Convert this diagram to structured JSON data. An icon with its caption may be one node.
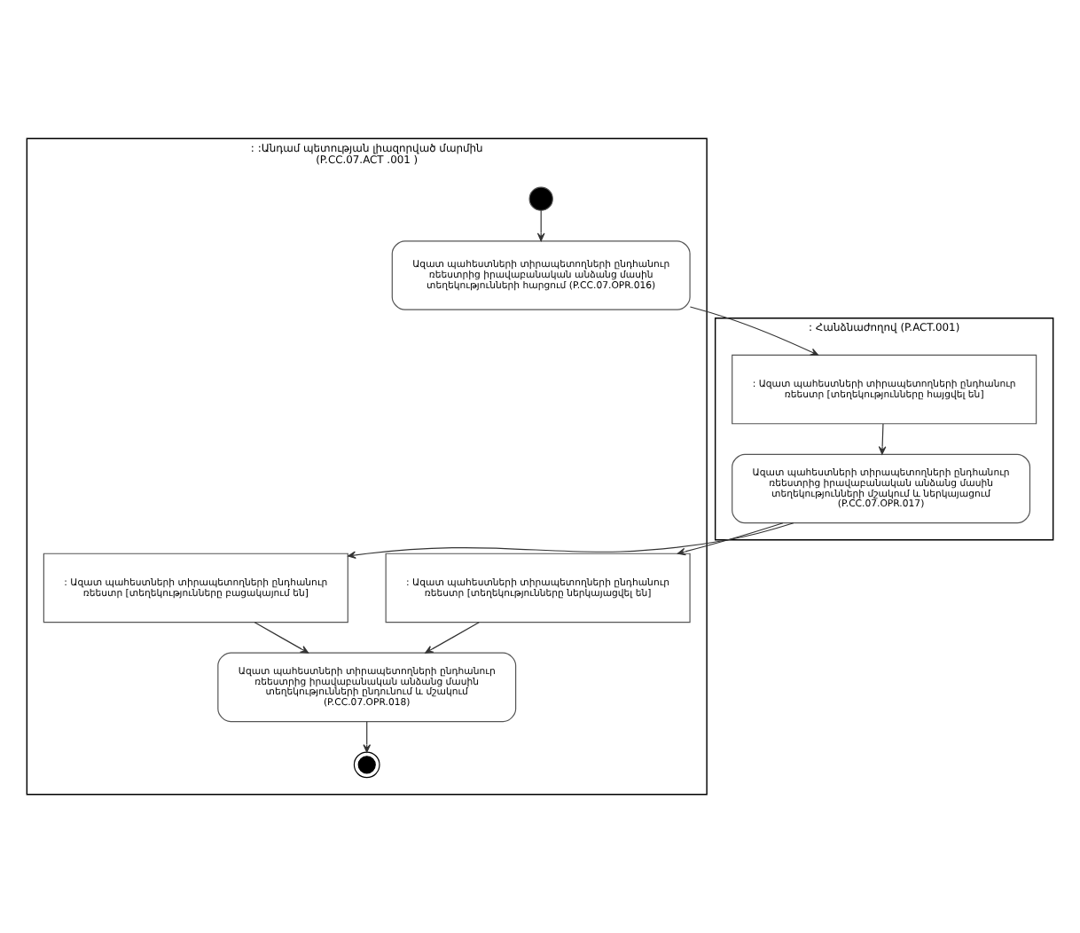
{
  "diagram": {
    "nodes": [
      {
        "text": [
          ": :Անդամ պետության լիազորված մարմին (P.CC.07.ACT .001 )"
        ]
      },
      {
        "text": [
          ": Հանձնաժողով (P.ACT.001)"
        ]
      },
      {
        "text": [],
        "shape": "circle",
        "in": 0
      },
      {
        "text": [
          "Ազատ պահեստների տիրապետողների ընդհանուր ռեեստրից իրավաբանական անձանց մասին տեղեկությունների հարցում (P.CC.07.OPR.016)"
        ],
        "in": 0
      },
      {
        "text": [
          ": Ազատ պահեստների տիրապետողների ընդհանուր ռեեստր [տեղեկությունները հայցվել են]"
        ],
        "in": 1
      },
      {
        "text": [
          "Ազատ պահեստների տիրապետողների ընդհանուր ռեեստրից իրավաբանական անձանց մասին տեղեկությունների մշակում և ներկայացում (P.CC.07.OPR.017)"
        ],
        "in": 1
      },
      {
        "text": [
          ": Ազատ պահեստների տիրապետողների ընդհանուր ռեեստր [տեղեկությունները ներկայացվել են]"
        ],
        "in": 0
      },
      {
        "text": [
          ": Ազատ պահեստների տիրապետողների ընդհանուր ռեեստր [տեղեկությունները բացակայում են]"
        ],
        "in": 0
      },
      {
        "text": [
          "Ազատ պահեստների տիրապետողների ընդհանուր ռեեստրից իրավաբանական անձանց մասին տեղեկությունների ընդունում և մշակում (P.CC.07.OPR.018)"
        ],
        "in": 0
      },
      {
        "text": [],
        "shape": "circle",
        "in": 0
      }
    ],
    "edges": [
      {
        "from": 2,
        "to": 3,
        "arrow": "to"
      },
      {
        "from": 3,
        "to": 4,
        "arrow": "to"
      },
      {
        "from": 4,
        "to": 5,
        "arrow": "to"
      },
      {
        "from": 5,
        "to": 6,
        "arrow": "to"
      },
      {
        "from": 5,
        "to": 7,
        "arrow": "to"
      },
      {
        "from": 6,
        "to": 8,
        "arrow": "to"
      },
      {
        "from": 7,
        "to": 8,
        "arrow": "to"
      },
      {
        "from": 8,
        "to": 9,
        "arrow": "to"
      }
    ]
  }
}
